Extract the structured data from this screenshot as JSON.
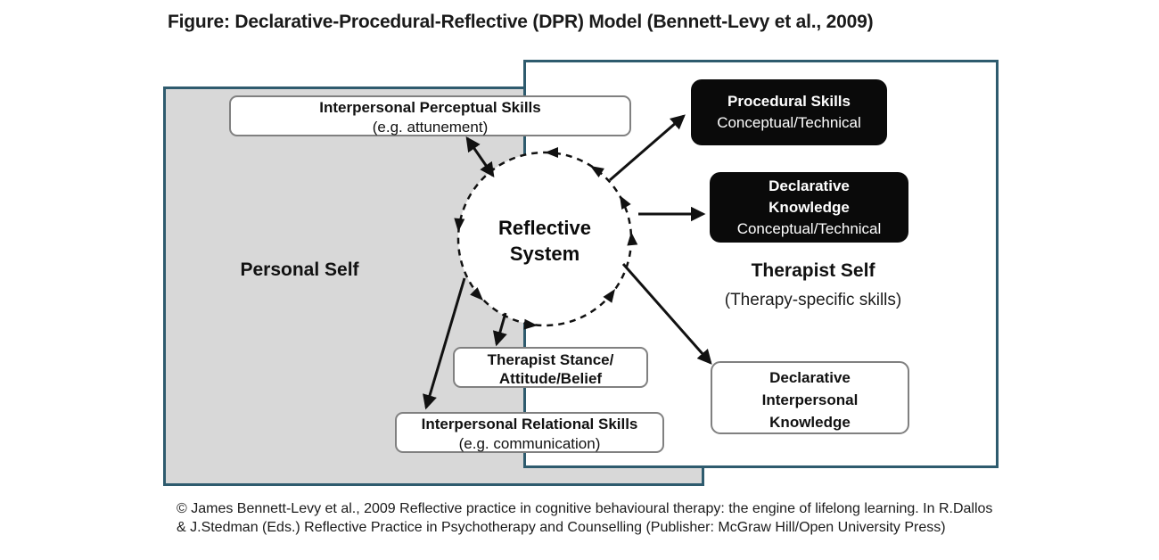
{
  "title": "Figure: Declarative-Procedural-Reflective (DPR) Model (Bennett-Levy et al., 2009)",
  "regions": {
    "personal_self": "Personal Self",
    "therapist_self": "Therapist Self",
    "therapist_self_subtitle": "(Therapy-specific skills)"
  },
  "reflective_system": {
    "line1": "Reflective",
    "line2": "System"
  },
  "boxes": {
    "interpersonal_perceptual": {
      "title": "Interpersonal Perceptual Skills",
      "subtitle": "(e.g. attunement)"
    },
    "procedural_skills": {
      "title": "Procedural Skills",
      "subtitle": "Conceptual/Technical"
    },
    "declarative_knowledge": {
      "line1": "Declarative",
      "line2": "Knowledge",
      "subtitle": "Conceptual/Technical"
    },
    "therapist_stance": {
      "line1": "Therapist Stance/",
      "line2": "Attitude/Belief"
    },
    "interpersonal_relational": {
      "title": "Interpersonal Relational Skills",
      "subtitle": "(e.g. communication)"
    },
    "declarative_interpersonal": {
      "line1": "Declarative",
      "line2": "Interpersonal",
      "line3": "Knowledge"
    }
  },
  "caption": {
    "line1": "© James Bennett-Levy et al., 2009 Reflective practice in cognitive behavioural therapy: the engine of lifelong learning. In R.Dallos",
    "line2": "& J.Stedman (Eds.) Reflective Practice in Psychotherapy and Counselling (Publisher: McGraw Hill/Open University Press)"
  },
  "colors": {
    "frame_border": "#2e5b6e",
    "personal_fill": "#d8d8d8",
    "black_box_fill": "#0a0a0a",
    "white_box_border": "#808080",
    "arrow": "#111111"
  }
}
